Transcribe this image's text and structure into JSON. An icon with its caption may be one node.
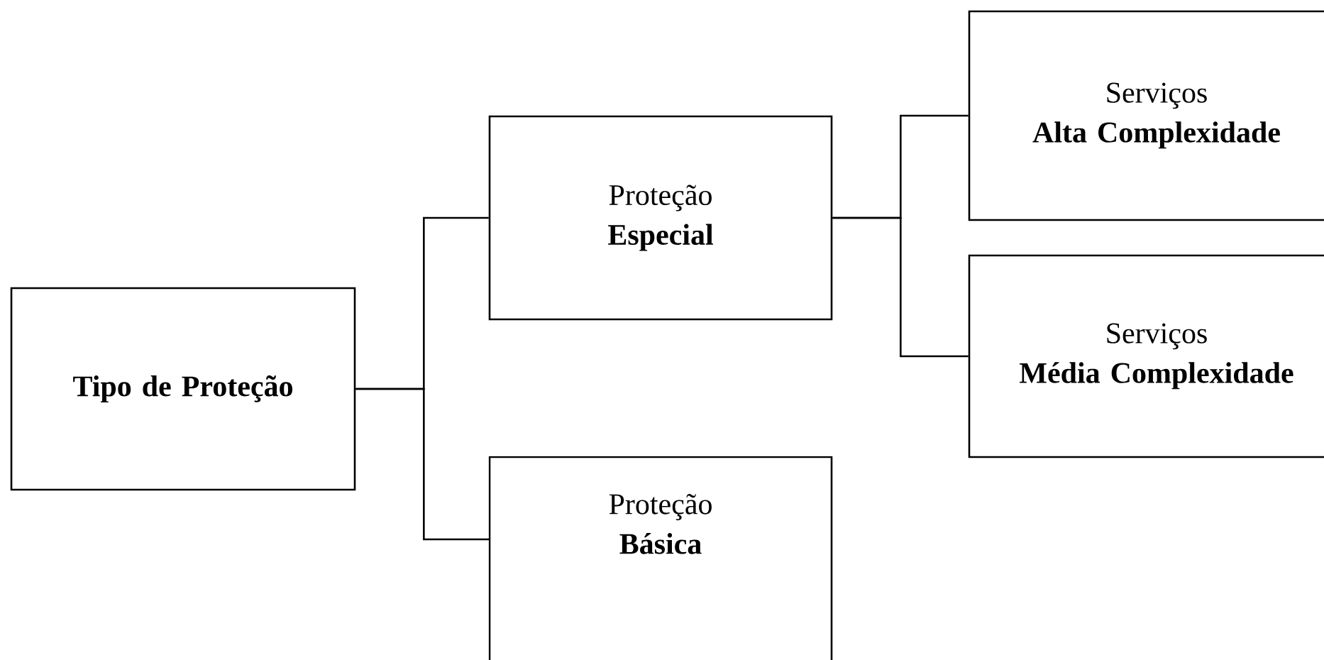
{
  "diagram": {
    "nodes": [
      {
        "text": [
          "Tipo de Proteção"
        ]
      },
      {
        "text": [
          "Proteção",
          "Especial"
        ]
      },
      {
        "text": [
          "Serviços",
          "Alta Complexidade"
        ]
      },
      {
        "text": [
          "Serviços",
          "Média Complexidade"
        ]
      },
      {
        "text": [
          "Proteção",
          "Básica"
        ]
      }
    ],
    "edges": [
      {
        "from": 0,
        "to": 1,
        "arrow": "none"
      },
      {
        "from": 0,
        "to": 4,
        "arrow": "none"
      },
      {
        "from": 1,
        "to": 2,
        "arrow": "none"
      },
      {
        "from": 1,
        "to": 3,
        "arrow": "none"
      }
    ]
  }
}
